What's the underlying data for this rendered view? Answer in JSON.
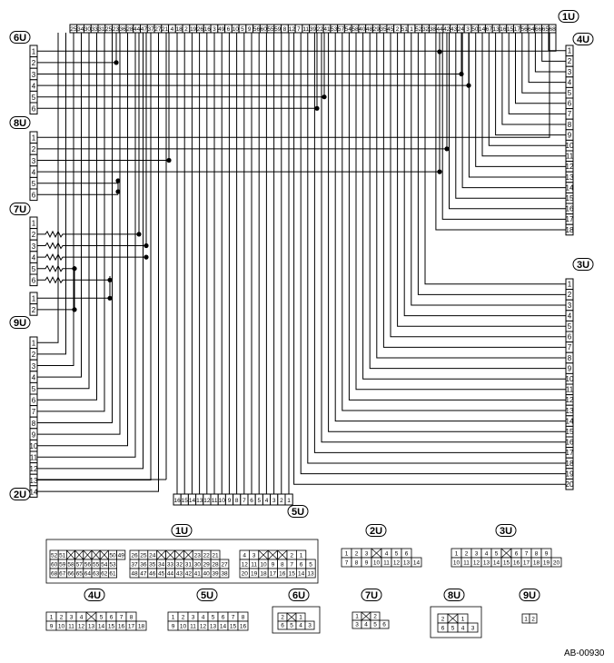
{
  "diagram_code": "AB-00930",
  "connector_labels": {
    "u1": "1U",
    "u2": "2U",
    "u3": "3U",
    "u4": "4U",
    "u5": "5U",
    "u6": "6U",
    "u7": "7U",
    "u8": "8U",
    "u9": "9U"
  },
  "top_header_pins": [
    "25",
    "34",
    "30",
    "33",
    "31",
    "25",
    "23",
    "36",
    "28",
    "44",
    "47",
    "37",
    "27",
    "21",
    "4",
    "18",
    "2",
    "19",
    "26",
    "16",
    "3",
    "49",
    "6",
    "10",
    "5",
    "9",
    "56",
    "60",
    "55",
    "59",
    "8",
    "12",
    "7",
    "11",
    "39",
    "22",
    "41",
    "53",
    "57",
    "54",
    "58",
    "40",
    "48",
    "29",
    "35",
    "45",
    "2",
    "51",
    "1",
    "52",
    "32",
    "38",
    "44",
    "42",
    "43",
    "24",
    "3",
    "50",
    "14",
    "67",
    "13",
    "16",
    "15",
    "17",
    "56",
    "64",
    "66",
    "65",
    "68"
  ],
  "pin_counts": {
    "u6": 6,
    "u8": 6,
    "u7": 6,
    "u7b": 2,
    "u2": 14,
    "u4": 18,
    "u3": 20
  },
  "u5_bottom_pins": [
    "16",
    "15",
    "14",
    "13",
    "12",
    "11",
    "10",
    "9",
    "8",
    "7",
    "6",
    "5",
    "4",
    "3",
    "2",
    "1"
  ],
  "connector_faces": {
    "u1": {
      "label": "1U",
      "left_block": [
        [
          "52",
          "51",
          "",
          "",
          "",
          "",
          "",
          "50",
          "49"
        ],
        [
          "60",
          "59",
          "58",
          "57",
          "56",
          "55",
          "54",
          "53"
        ],
        [
          "68",
          "67",
          "66",
          "65",
          "64",
          "63",
          "62",
          "61"
        ]
      ],
      "mid_block": [
        [
          "26",
          "25",
          "24",
          "",
          "",
          "",
          "",
          "23",
          "22",
          "21"
        ],
        [
          "37",
          "36",
          "35",
          "34",
          "33",
          "32",
          "31",
          "30",
          "29",
          "28",
          "27"
        ],
        [
          "48",
          "47",
          "46",
          "45",
          "44",
          "43",
          "42",
          "41",
          "40",
          "39",
          "38"
        ]
      ],
      "right_block": [
        [
          "4",
          "3",
          "",
          "",
          "",
          "2",
          "1"
        ],
        [
          "12",
          "11",
          "10",
          "9",
          "8",
          "7",
          "6",
          "5"
        ],
        [
          "20",
          "19",
          "18",
          "17",
          "16",
          "15",
          "14",
          "13"
        ]
      ]
    },
    "u2": {
      "label": "2U",
      "row1": [
        "1",
        "2",
        "3",
        "",
        "4",
        "5",
        "6"
      ],
      "row2": [
        "7",
        "8",
        "9",
        "10",
        "11",
        "12",
        "13",
        "14"
      ]
    },
    "u3": {
      "label": "3U",
      "row1": [
        "1",
        "2",
        "3",
        "4",
        "5",
        "",
        "6",
        "7",
        "8",
        "9"
      ],
      "row2": [
        "10",
        "11",
        "12",
        "13",
        "14",
        "15",
        "16",
        "17",
        "18",
        "19",
        "20"
      ]
    },
    "u4": {
      "label": "4U",
      "row1": [
        "1",
        "2",
        "3",
        "4",
        "",
        "5",
        "6",
        "7",
        "8"
      ],
      "row2": [
        "9",
        "10",
        "11",
        "12",
        "13",
        "14",
        "15",
        "16",
        "17",
        "18"
      ]
    },
    "u5": {
      "label": "5U",
      "row1": [
        "1",
        "2",
        "3",
        "4",
        "5",
        "6",
        "7",
        "8"
      ],
      "row2": [
        "9",
        "10",
        "11",
        "12",
        "13",
        "14",
        "15",
        "16"
      ]
    },
    "u6": {
      "label": "6U",
      "row1": [
        "2",
        "",
        "1"
      ],
      "row2": [
        "6",
        "5",
        "4",
        "3"
      ]
    },
    "u7": {
      "label": "7U",
      "row1": [
        "1",
        "",
        "2"
      ],
      "row2": [
        "3",
        "4",
        "5",
        "6"
      ]
    },
    "u8": {
      "label": "8U",
      "row1": [
        "2",
        "",
        "1"
      ],
      "row2": [
        "6",
        "5",
        "4",
        "3"
      ]
    },
    "u9": {
      "label": "9U",
      "row1": [
        "1",
        "2"
      ]
    }
  }
}
